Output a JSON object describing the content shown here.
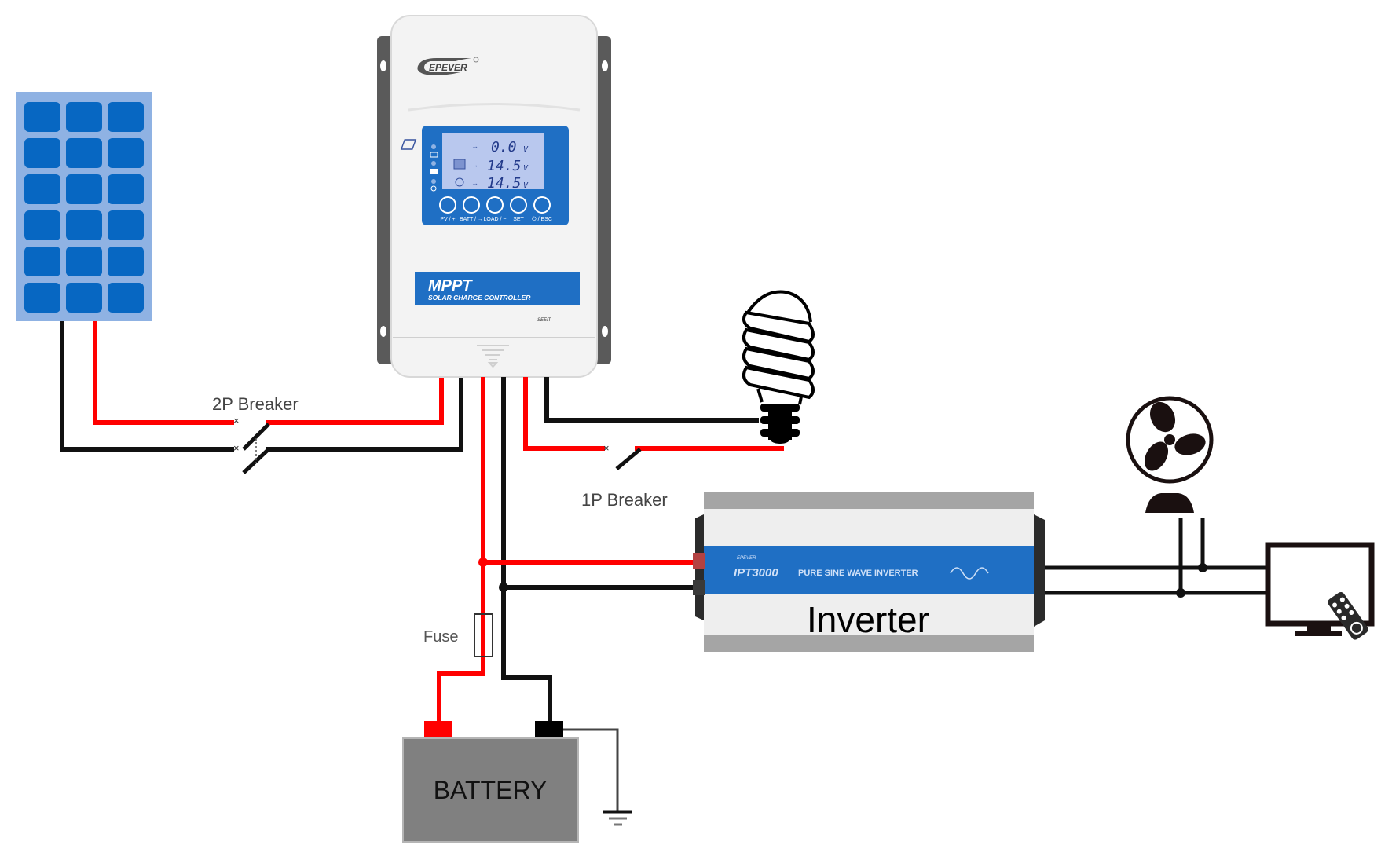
{
  "title": "Solar off-grid wiring diagram",
  "controller": {
    "brand": "EPEVER",
    "product_line": "MPPT",
    "product_subtitle": "SOLAR CHARGE CONTROLLER",
    "maker_mark": "SEEIT",
    "lcd_readings": [
      {
        "icon": "solar-panel-icon",
        "value": "0.0",
        "unit": "V"
      },
      {
        "icon": "battery-icon",
        "value": "14.5",
        "unit": "V"
      },
      {
        "icon": "load-bulb-icon",
        "value": "14.5",
        "unit": "V"
      }
    ],
    "buttons": [
      "PV / +",
      "BATT / →",
      "LOAD / −",
      "SET",
      "⏻ / ESC"
    ],
    "colors": {
      "panel_blue": "#1f6fc4",
      "lcd_bg": "#b9c8ee",
      "body": "#f4f4f4",
      "bracket": "#5a5a5a"
    }
  },
  "labels": {
    "breaker_2p": "2P Breaker",
    "breaker_1p": "1P Breaker",
    "fuse": "Fuse",
    "battery": "BATTERY",
    "inverter": "Inverter"
  },
  "inverter": {
    "model": "IPT3000",
    "description": "PURE SINE WAVE INVERTER",
    "brand": "EPEVER"
  },
  "components": [
    "solar-panel",
    "charge-controller",
    "2p-breaker",
    "1p-breaker",
    "dc-load-bulb",
    "fuse",
    "battery",
    "ground",
    "inverter",
    "ac-fan",
    "ac-tv"
  ],
  "wire_colors": {
    "positive": "#ff0000",
    "negative": "#111111"
  }
}
